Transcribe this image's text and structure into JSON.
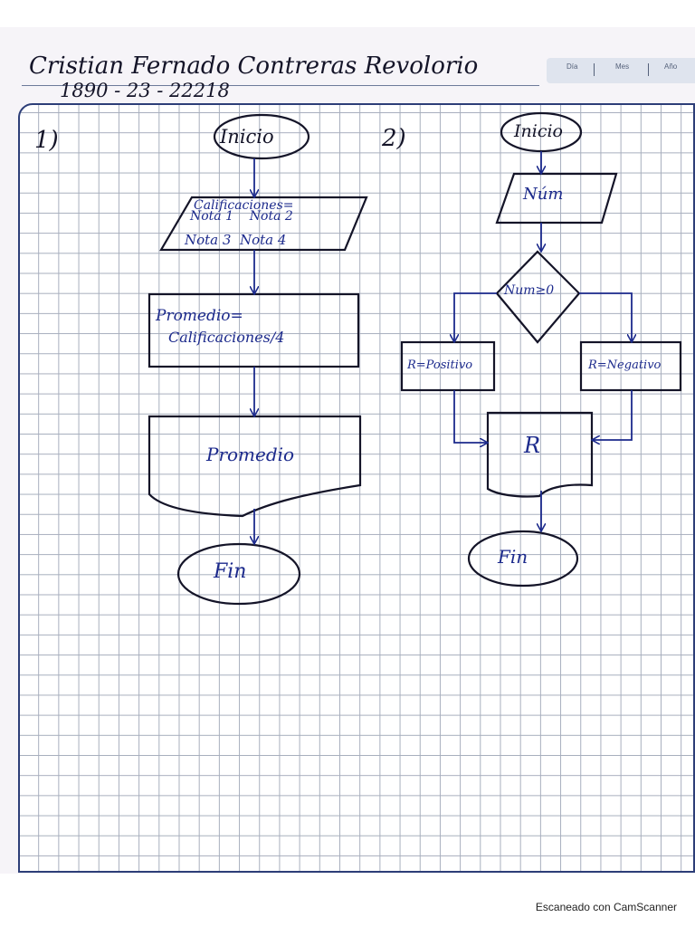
{
  "header": {
    "author_name": "Cristian Fernado Contreras Revolorio",
    "student_id": "1890 - 23 - 22218",
    "date_fields": [
      "Día",
      "Mes",
      "Año"
    ]
  },
  "diagram1": {
    "number": "1)",
    "start": "Inicio",
    "input_line1": "Calificaciones=",
    "input_line2": "Nota 1    Nota 2",
    "input_line3": "Nota 3  Nota 4",
    "process_line1": "Promedio=",
    "process_line2": "Calificaciones/4",
    "output": "Promedio",
    "end": "Fin"
  },
  "diagram2": {
    "number": "2)",
    "start": "Inicio",
    "input": "Núm",
    "decision": "Num≥0",
    "branch_left": "R=Positivo",
    "branch_right": "R=Negativo",
    "output": "R",
    "end": "Fin"
  },
  "footer": {
    "scanner_text": "Escaneado con CamScanner"
  },
  "colors": {
    "ink_dark": "#141428",
    "ink_blue": "#1c2a8c",
    "grid_line": "#a7aebd",
    "border": "#2d3e78"
  }
}
